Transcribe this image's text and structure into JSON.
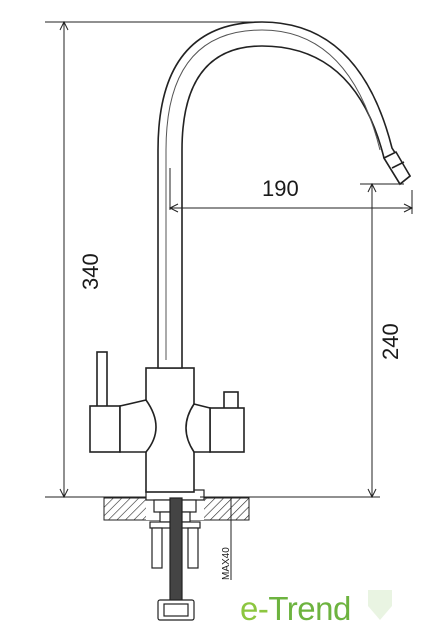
{
  "dimensions": {
    "height_total": "340",
    "reach": "190",
    "spout_height": "240",
    "max_thickness": "MAX40"
  },
  "brand": {
    "prefix": "e-",
    "name": "Trend",
    "color": "#6db33f",
    "accent": "#8cc63f"
  },
  "icons": {
    "logo": "e-trend-logo",
    "watermark": "shield-watermark-icon"
  }
}
